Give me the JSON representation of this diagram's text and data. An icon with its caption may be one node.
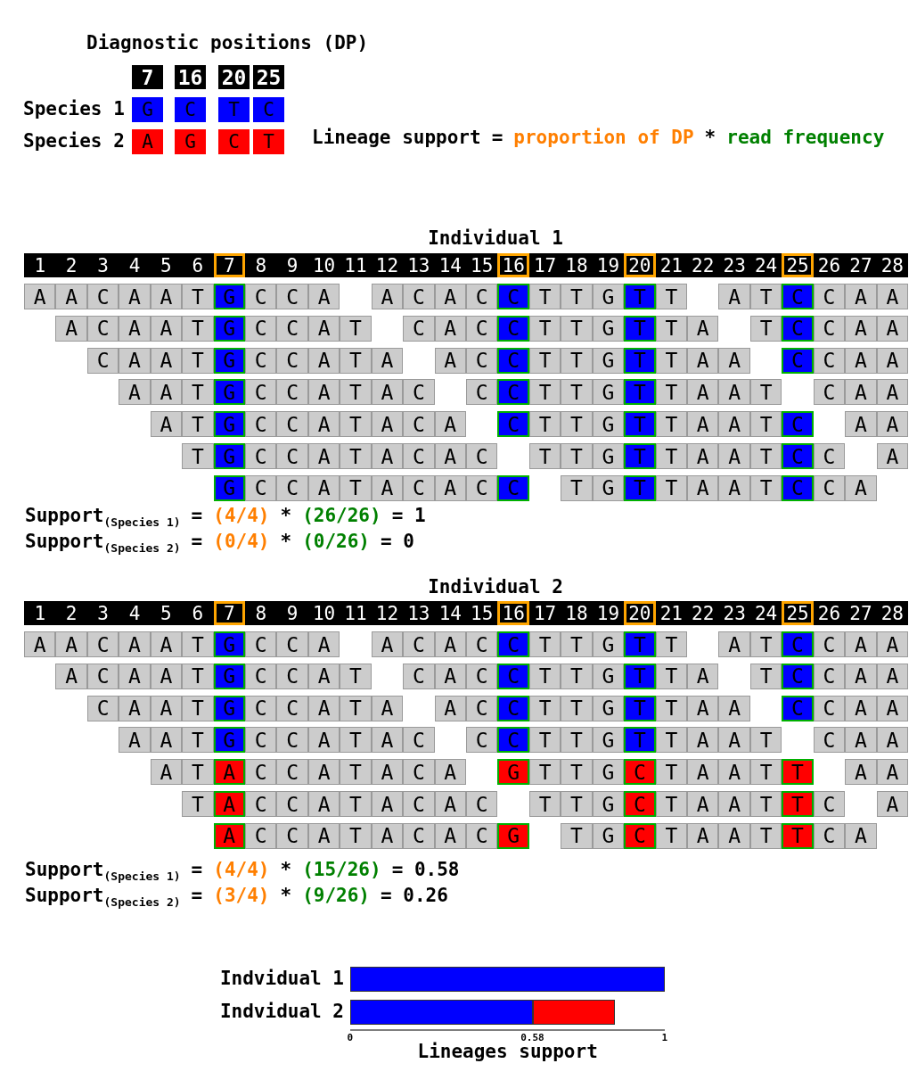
{
  "diagram": {
    "labels": [
      "Diagnostic positions (DP)",
      "7",
      "16",
      "20",
      "25",
      "Species 1",
      "G",
      "C",
      "T",
      "C",
      "Species 2",
      "A",
      "G",
      "C",
      "T",
      "Lineage support",
      "=",
      "proportion of DP",
      "*",
      "read frequency",
      "Individual 1",
      "1",
      "2",
      "3",
      "4",
      "5",
      "6",
      "7",
      "8",
      "9",
      "10",
      "11",
      "12",
      "13",
      "14",
      "15",
      "16",
      "17",
      "18",
      "19",
      "20",
      "21",
      "22",
      "23",
      "24",
      "25",
      "26",
      "27",
      "28",
      "A",
      "A",
      "C",
      "A",
      "A",
      "T",
      "G",
      "C",
      "C",
      "A",
      "A",
      "C",
      "A",
      "C",
      "C",
      "T",
      "T",
      "G",
      "T",
      "T",
      "A",
      "T",
      "C",
      "C",
      "A",
      "A",
      "A",
      "C",
      "A",
      "A",
      "T",
      "G",
      "C",
      "C",
      "A",
      "T",
      "C",
      "A",
      "C",
      "C",
      "T",
      "T",
      "G",
      "T",
      "T",
      "A",
      "T",
      "C",
      "C",
      "A",
      "A",
      "C",
      "A",
      "A",
      "T",
      "G",
      "C",
      "C",
      "A",
      "T",
      "A",
      "A",
      "C",
      "C",
      "T",
      "T",
      "G",
      "T",
      "T",
      "A",
      "A",
      "C",
      "C",
      "A",
      "A",
      "A",
      "A",
      "T",
      "G",
      "C",
      "C",
      "A",
      "T",
      "A",
      "C",
      "C",
      "C",
      "T",
      "T",
      "G",
      "T",
      "T",
      "A",
      "A",
      "T",
      "C",
      "A",
      "A",
      "A",
      "T",
      "G",
      "C",
      "C",
      "A",
      "T",
      "A",
      "C",
      "A",
      "C",
      "T",
      "T",
      "G",
      "T",
      "T",
      "A",
      "A",
      "T",
      "C",
      "A",
      "A",
      "T",
      "G",
      "C",
      "C",
      "A",
      "T",
      "A",
      "C",
      "A",
      "C",
      "T",
      "T",
      "G",
      "T",
      "T",
      "A",
      "A",
      "T",
      "C",
      "C",
      "A",
      "G",
      "C",
      "C",
      "A",
      "T",
      "A",
      "C",
      "A",
      "C",
      "C",
      "T",
      "G",
      "T",
      "T",
      "A",
      "A",
      "T",
      "C",
      "C",
      "A",
      "Support$_{(Species 1)}$",
      "=",
      "(4/4)",
      "*",
      "(26/26)",
      "= 1",
      "Support$_{(Species 2)}$",
      "=",
      "(0/4)",
      "*",
      "(0/26)",
      "= 0",
      "Individual 2",
      "1",
      "2",
      "3",
      "4",
      "5",
      "6",
      "7",
      "8",
      "9",
      "10",
      "11",
      "12",
      "13",
      "14",
      "15",
      "16",
      "17",
      "18",
      "19",
      "20",
      "21",
      "22",
      "23",
      "24",
      "25",
      "26",
      "27",
      "28",
      "A",
      "A",
      "C",
      "A",
      "A",
      "T",
      "G",
      "C",
      "C",
      "A",
      "A",
      "C",
      "A",
      "C",
      "C",
      "T",
      "T",
      "G",
      "T",
      "T",
      "A",
      "T",
      "C",
      "C",
      "A",
      "A",
      "A",
      "C",
      "A",
      "A",
      "T",
      "G",
      "C",
      "C",
      "A",
      "T",
      "C",
      "A",
      "C",
      "C",
      "T",
      "T",
      "G",
      "T",
      "T",
      "A",
      "T",
      "C",
      "C",
      "A",
      "A",
      "C",
      "A",
      "A",
      "T",
      "G",
      "C",
      "C",
      "A",
      "T",
      "A",
      "A",
      "C",
      "C",
      "T",
      "T",
      "G",
      "T",
      "T",
      "A",
      "A",
      "C",
      "C",
      "A",
      "A",
      "A",
      "A",
      "T",
      "G",
      "C",
      "C",
      "A",
      "T",
      "A",
      "C",
      "C",
      "C",
      "T",
      "T",
      "G",
      "T",
      "T",
      "A",
      "A",
      "T",
      "C",
      "A",
      "A",
      "A",
      "T",
      "A",
      "C",
      "C",
      "A",
      "T",
      "A",
      "C",
      "A",
      "G",
      "T",
      "T",
      "G",
      "C",
      "T",
      "A",
      "A",
      "T",
      "T",
      "A",
      "A",
      "T",
      "A",
      "C",
      "C",
      "A",
      "T",
      "A",
      "C",
      "A",
      "C",
      "T",
      "T",
      "G",
      "C",
      "T",
      "A",
      "A",
      "T",
      "T",
      "C",
      "A",
      "A",
      "C",
      "C",
      "A",
      "T",
      "A",
      "C",
      "A",
      "C",
      "G",
      "T",
      "G",
      "C",
      "T",
      "A",
      "A",
      "T",
      "T",
      "C",
      "A",
      "Support$_{(Species 1)}$",
      "=",
      "(4/4)",
      "*",
      "(15/26)",
      "= 0.58",
      "Support$_{(Species 2)}$",
      "=",
      "(3/4)",
      "*",
      "(9/26)",
      "= 0.26"
    ],
    "chart_data": {
      "type": "bar",
      "orientation": "horizontal",
      "stacked": true,
      "categories": [
        "Indvidual 1",
        "Indvidual 2"
      ],
      "series": [
        {
          "color": "#0000ff",
          "values": [
            1,
            0.58
          ]
        },
        {
          "color": "#ff0000",
          "values": [
            0,
            0.26
          ]
        }
      ],
      "xlabel": "Lineages support",
      "xlim": [
        0,
        1
      ],
      "xticks": [
        0,
        0.58,
        1
      ]
    }
  }
}
